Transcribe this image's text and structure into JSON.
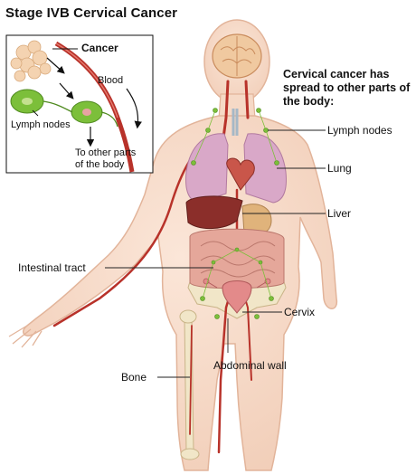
{
  "title": "Stage IVB Cervical Cancer",
  "note": "Cervical cancer has spread to other parts of the body:",
  "inset": {
    "cancer": "Cancer",
    "blood": "Blood",
    "lymph_nodes": "Lymph nodes",
    "to_other_parts_line1": "To other parts",
    "to_other_parts_line2": "of the body"
  },
  "labels": {
    "lymph_nodes": "Lymph nodes",
    "lung": "Lung",
    "liver": "Liver",
    "intestinal_tract": "Intestinal tract",
    "cervix": "Cervix",
    "abdominal_wall": "Abdominal wall",
    "bone": "Bone"
  },
  "colors": {
    "skin": "#f6d9c6",
    "skin_outline": "#e2b49a",
    "artery": "#b8322a",
    "lymph": "#7cbf3a",
    "lung": "#d9a8c8",
    "liver": "#8b2e2a",
    "intestine": "#e5a79a",
    "bone": "#f1e6c8",
    "brain": "#f0c9a0"
  }
}
